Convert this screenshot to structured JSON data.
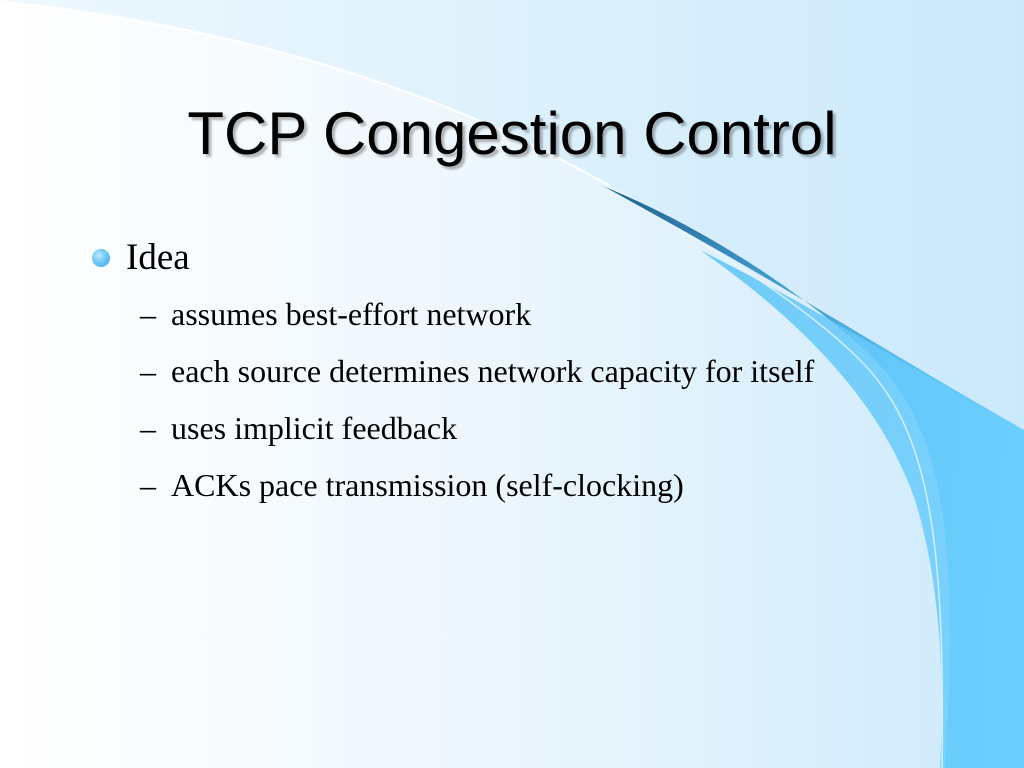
{
  "slide": {
    "title": "TCP Congestion Control",
    "bullets": [
      {
        "text": "Idea",
        "children": [
          {
            "text": "assumes best-effort network"
          },
          {
            "text": "each source determines network capacity for itself"
          },
          {
            "text": "uses implicit feedback"
          },
          {
            "text": "ACKs pace transmission (self-clocking)"
          }
        ]
      }
    ],
    "sub_bullet_marker": "–",
    "colors": {
      "background_light": "#ffffff",
      "background_tint": "#cdeafb",
      "swoosh_light": "#66ccff",
      "swoosh_dark": "#1f5f8b",
      "bullet_blue": "#6cc9f7"
    }
  }
}
